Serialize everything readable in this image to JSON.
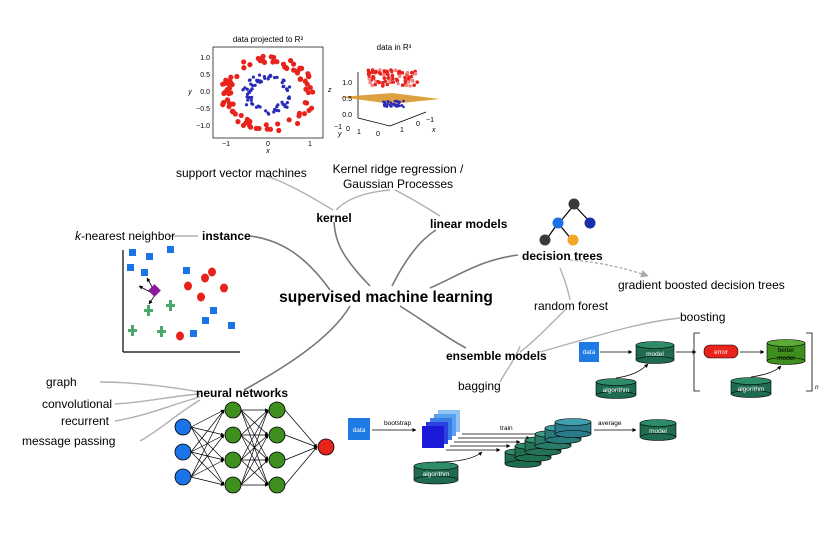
{
  "center": {
    "label": "supervised machine learning"
  },
  "categories": {
    "kernel": "kernel",
    "linear_models": "linear models",
    "instance": "instance",
    "decision_trees": "decision trees",
    "ensemble_models": "ensemble models",
    "neural_networks": "neural networks"
  },
  "methods": {
    "svm": "support vector machines",
    "krr_line1": "Kernel ridge regression /",
    "krr_line2": "Gaussian Processes",
    "knn_k": "k",
    "knn_rest": "-nearest neighbor",
    "random_forest": "random forest",
    "gbdt": "gradient boosted decision trees",
    "boosting": "boosting",
    "bagging": "bagging",
    "graph": "graph",
    "convolutional": "convolutional",
    "recurrent": "recurrent",
    "message_passing": "message passing"
  },
  "plots": {
    "projected_title": "data projected to R²",
    "r3_title": "data in R³",
    "projected_xticks": [
      "−1",
      "0",
      "1"
    ],
    "projected_yticks": [
      "1.0",
      "0.5",
      "0.0",
      "−0.5",
      "−1.0"
    ],
    "projected_xlabel": "x",
    "projected_ylabel": "y",
    "r3_zticks": [
      "1.0",
      "0.5",
      "0.0"
    ],
    "r3_zlabel": "z",
    "r3_yticks": [
      "−1",
      "0",
      "1"
    ],
    "r3_xticks": [
      "0",
      "1",
      "0",
      "−1"
    ],
    "r3_ylabel": "y",
    "r3_xlabel": "x",
    "colors": {
      "outer": "#e8231c",
      "inner": "#2a2ab8",
      "plane": "#d9972c"
    }
  },
  "boosting_diagram": {
    "data": "data",
    "model": "model",
    "algorithm": "algorithm",
    "error": "error",
    "better_line1": "better",
    "better_line2": "model",
    "algorithm2": "algorithm",
    "n": "n"
  },
  "bagging_diagram": {
    "data": "data",
    "bootstrap": "bootstrap",
    "train": "train",
    "average": "average",
    "model": "model",
    "algorithm": "algorithm"
  },
  "colors": {
    "blue_node": "#1b73e8",
    "green_node": "#3f8f1e",
    "red_node": "#e8231c",
    "model_teal": "#1f6b4f",
    "data_blue": "#1e7be6",
    "knn_purple": "#8b1a9b",
    "knn_green": "#4aa86a",
    "tree_dark": "#3a3a3a",
    "tree_blue": "#1730a8",
    "tree_orange": "#f5a623"
  }
}
